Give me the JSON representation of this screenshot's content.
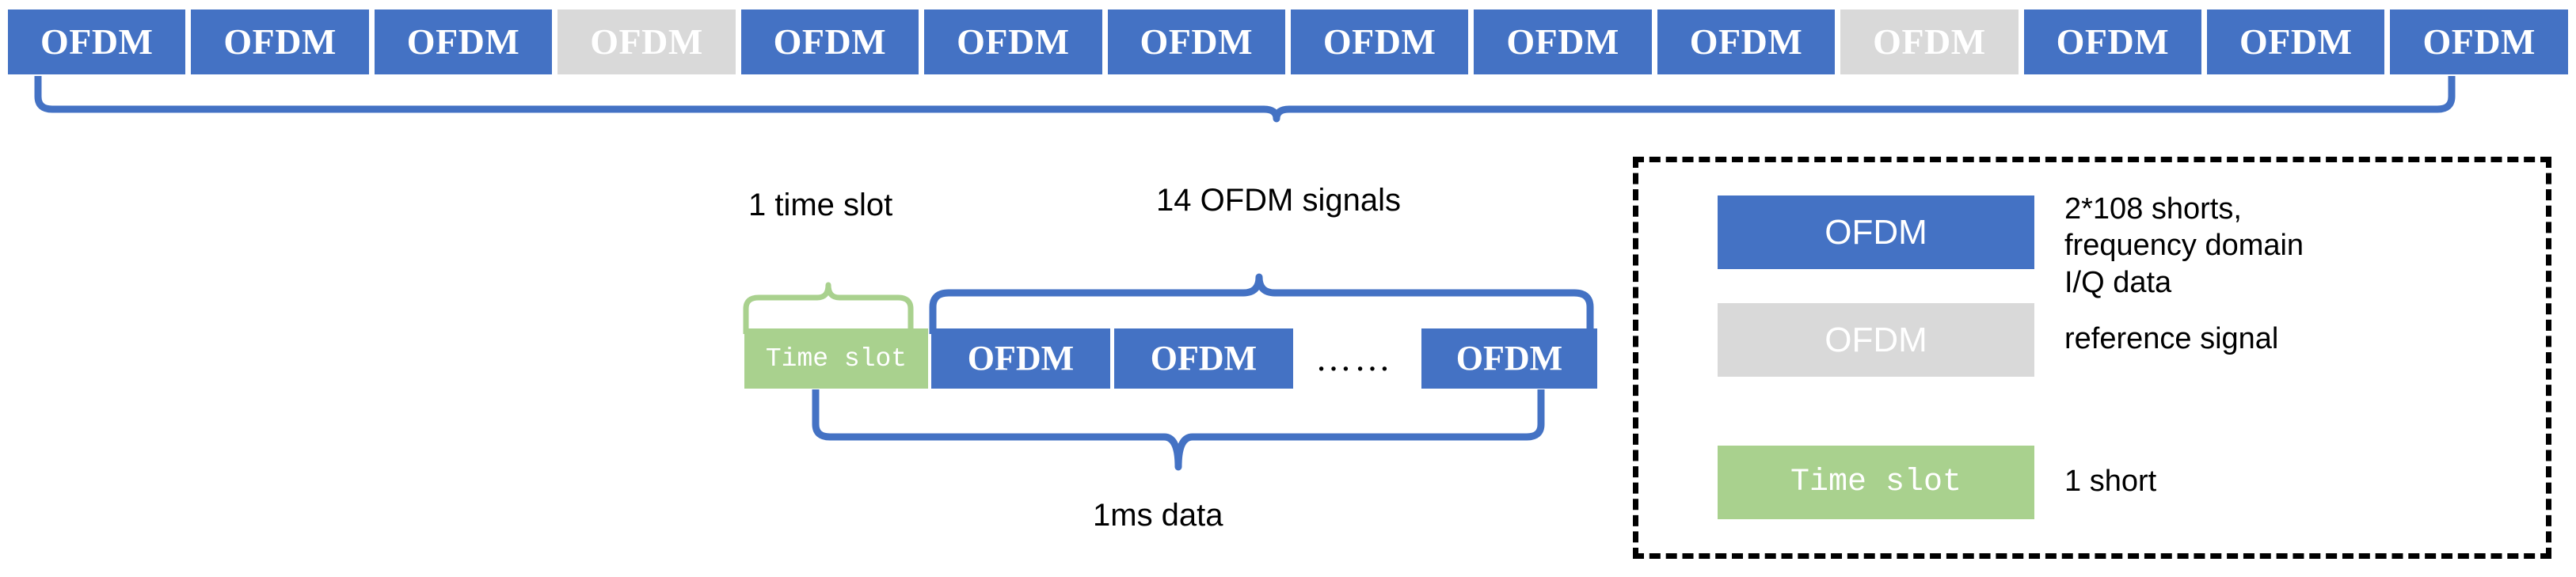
{
  "colors": {
    "blue": "#4472C4",
    "grey": "#D9D9D9",
    "green": "#A9D18E",
    "black": "#000000",
    "white": "#FFFFFF"
  },
  "top_row": {
    "count": 14,
    "cells": [
      {
        "label": "OFDM",
        "kind": "blue"
      },
      {
        "label": "OFDM",
        "kind": "blue"
      },
      {
        "label": "OFDM",
        "kind": "blue"
      },
      {
        "label": "OFDM",
        "kind": "grey"
      },
      {
        "label": "OFDM",
        "kind": "blue"
      },
      {
        "label": "OFDM",
        "kind": "blue"
      },
      {
        "label": "OFDM",
        "kind": "blue"
      },
      {
        "label": "OFDM",
        "kind": "blue"
      },
      {
        "label": "OFDM",
        "kind": "blue"
      },
      {
        "label": "OFDM",
        "kind": "blue"
      },
      {
        "label": "OFDM",
        "kind": "grey"
      },
      {
        "label": "OFDM",
        "kind": "blue"
      },
      {
        "label": "OFDM",
        "kind": "blue"
      },
      {
        "label": "OFDM",
        "kind": "blue"
      }
    ]
  },
  "middle": {
    "time_slot_caption": "1 time slot",
    "ofdm_group_caption": "14 OFDM signals",
    "bottom_caption": "1ms data",
    "ellipsis": "……",
    "blocks": [
      {
        "label": "Time slot",
        "kind": "green"
      },
      {
        "label": "OFDM",
        "kind": "blue"
      },
      {
        "label": "OFDM",
        "kind": "blue"
      },
      {
        "label": "OFDM",
        "kind": "blue"
      }
    ]
  },
  "legend": {
    "rows": [
      {
        "swatch_label": "OFDM",
        "kind": "blue",
        "description": "2*108 shorts,\nfrequency domain\nI/Q data"
      },
      {
        "swatch_label": "OFDM",
        "kind": "grey",
        "description": "reference signal"
      },
      {
        "swatch_label": "Time slot",
        "kind": "green",
        "description": "1 short"
      }
    ]
  }
}
